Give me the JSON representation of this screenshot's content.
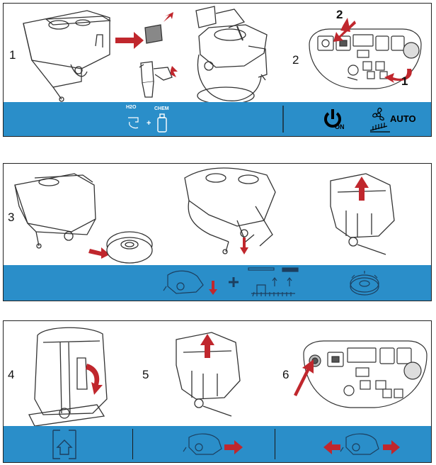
{
  "panel1": {
    "step_a": "1",
    "step_b": "2",
    "callout_top": "2",
    "callout_bottom": "1",
    "band": {
      "water_label": "H2O",
      "plus": "+",
      "chem_label": "CHEM",
      "on_label": "ON",
      "auto_label": "AUTO"
    }
  },
  "panel2": {
    "step": "3",
    "band": {
      "plus": "+"
    }
  },
  "panel3": {
    "step_a": "4",
    "step_b": "5",
    "step_c": "6"
  },
  "colors": {
    "band_blue": "#2a8ec9",
    "arrow_red": "#c0272d",
    "line_art": "#333333"
  },
  "icons": [
    "fill-tank-icon",
    "power-on-icon",
    "fan-auto-icon",
    "lower-squeegee-icon",
    "brush-pressure-icon",
    "brush-disc-icon",
    "tank-open-icon",
    "drive-forward-icon",
    "drive-both-directions-icon"
  ]
}
